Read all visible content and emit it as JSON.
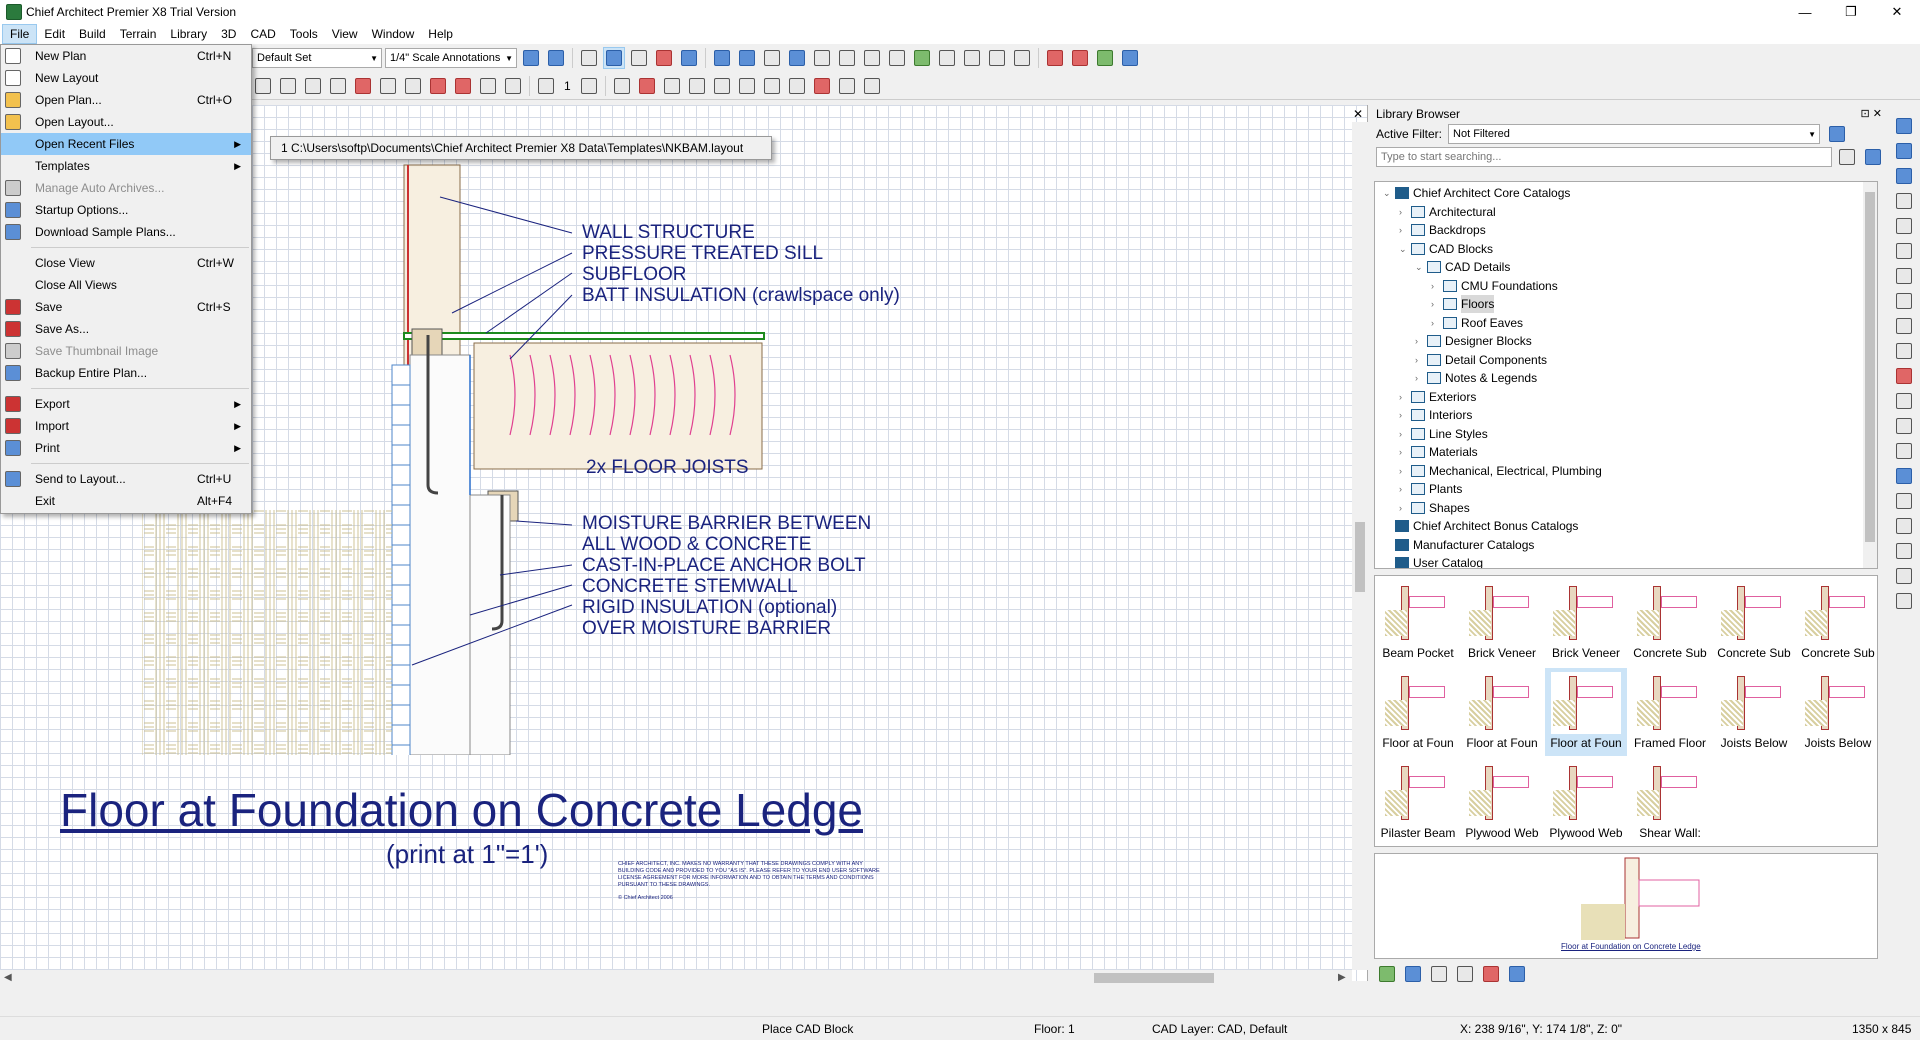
{
  "window": {
    "title": "Chief Architect Premier X8 Trial Version",
    "minimize": "—",
    "maximize": "❐",
    "close": "✕"
  },
  "menubar": [
    "File",
    "Edit",
    "Build",
    "Terrain",
    "Library",
    "3D",
    "CAD",
    "Tools",
    "View",
    "Window",
    "Help"
  ],
  "toolbar": {
    "set_combo": "Default Set",
    "scale_combo": "1/4\" Scale Annotations",
    "step_value": "1"
  },
  "file_menu": [
    {
      "label": "New Plan",
      "shortcut": "Ctrl+N",
      "icon": "new-plan-icon"
    },
    {
      "label": "New Layout",
      "shortcut": "",
      "icon": "new-layout-icon"
    },
    {
      "label": "Open Plan...",
      "shortcut": "Ctrl+O",
      "icon": "open-plan-icon"
    },
    {
      "label": "Open Layout...",
      "shortcut": "",
      "icon": "open-layout-icon"
    },
    {
      "label": "Open Recent Files",
      "shortcut": "",
      "icon": "",
      "submenu": true,
      "highlight": true
    },
    {
      "label": "Templates",
      "shortcut": "",
      "icon": "",
      "submenu": true
    },
    {
      "label": "Manage Auto Archives...",
      "shortcut": "",
      "icon": "archive-icon",
      "disabled": true
    },
    {
      "label": "Startup Options...",
      "shortcut": "",
      "icon": "startup-icon"
    },
    {
      "label": "Download Sample Plans...",
      "shortcut": "",
      "icon": "download-icon"
    },
    {
      "sep": true
    },
    {
      "label": "Close View",
      "shortcut": "Ctrl+W",
      "icon": ""
    },
    {
      "label": "Close All Views",
      "shortcut": "",
      "icon": ""
    },
    {
      "label": "Save",
      "shortcut": "Ctrl+S",
      "icon": "save-icon"
    },
    {
      "label": "Save As...",
      "shortcut": "",
      "icon": "save-as-icon"
    },
    {
      "label": "Save Thumbnail Image",
      "shortcut": "",
      "icon": "thumbnail-icon",
      "disabled": true
    },
    {
      "label": "Backup Entire Plan...",
      "shortcut": "",
      "icon": "backup-icon"
    },
    {
      "sep": true
    },
    {
      "label": "Export",
      "shortcut": "",
      "icon": "export-icon",
      "submenu": true
    },
    {
      "label": "Import",
      "shortcut": "",
      "icon": "import-icon",
      "submenu": true
    },
    {
      "label": "Print",
      "shortcut": "",
      "icon": "print-icon",
      "submenu": true
    },
    {
      "sep": true
    },
    {
      "label": "Send to Layout...",
      "shortcut": "Ctrl+U",
      "icon": "send-layout-icon"
    },
    {
      "label": "Exit",
      "shortcut": "Alt+F4",
      "icon": ""
    }
  ],
  "recent_files": [
    "1 C:\\Users\\softp\\Documents\\Chief Architect Premier X8 Data\\Templates\\NKBAM.layout"
  ],
  "drawing": {
    "labels": [
      "WALL STRUCTURE",
      "PRESSURE TREATED SILL",
      "SUBFLOOR",
      "BATT INSULATION (crawlspace only)",
      "2x FLOOR JOISTS",
      "MOISTURE BARRIER BETWEEN",
      "ALL WOOD & CONCRETE",
      "CAST-IN-PLACE ANCHOR BOLT",
      "CONCRETE STEMWALL",
      "RIGID INSULATION (optional)",
      "OVER MOISTURE BARRIER"
    ],
    "title": "Floor at Foundation on Concrete Ledge",
    "subtitle": "(print at 1\"=1')",
    "disclaimer": "CHIEF ARCHITECT, INC. MAKES NO WARRANTY THAT THESE DRAWINGS COMPLY WITH ANY BUILDING CODE AND PROVIDED TO YOU \"AS IS\". PLEASE REFER TO YOUR END USER SOFTWARE LICENSE AGREEMENT FOR MORE INFORMATION AND TO OBTAIN THE TERMS AND CONDITIONS PURSUANT TO THESE DRAWINGS.",
    "copyright": "© Chief Architect 2006",
    "close": "✕"
  },
  "library": {
    "title": "Library Browser",
    "filter_label": "Active Filter:",
    "filter_value": "Not Filtered",
    "search_placeholder": "Type to start searching...",
    "tree": [
      {
        "label": "Chief Architect Core Catalogs",
        "level": 0,
        "exp": "⌄",
        "dark": true
      },
      {
        "label": "Architectural",
        "level": 1,
        "exp": "›"
      },
      {
        "label": "Backdrops",
        "level": 1,
        "exp": "›"
      },
      {
        "label": "CAD Blocks",
        "level": 1,
        "exp": "⌄"
      },
      {
        "label": "CAD Details",
        "level": 2,
        "exp": "⌄"
      },
      {
        "label": "CMU Foundations",
        "level": 3,
        "exp": "›"
      },
      {
        "label": "Floors",
        "level": 3,
        "exp": "›",
        "selected": true
      },
      {
        "label": "Roof Eaves",
        "level": 3,
        "exp": "›"
      },
      {
        "label": "Designer Blocks",
        "level": 2,
        "exp": "›"
      },
      {
        "label": "Detail Components",
        "level": 2,
        "exp": "›"
      },
      {
        "label": "Notes & Legends",
        "level": 2,
        "exp": "›"
      },
      {
        "label": "Exteriors",
        "level": 1,
        "exp": "›"
      },
      {
        "label": "Interiors",
        "level": 1,
        "exp": "›"
      },
      {
        "label": "Line Styles",
        "level": 1,
        "exp": "›"
      },
      {
        "label": "Materials",
        "level": 1,
        "exp": "›"
      },
      {
        "label": "Mechanical, Electrical, Plumbing",
        "level": 1,
        "exp": "›"
      },
      {
        "label": "Plants",
        "level": 1,
        "exp": "›"
      },
      {
        "label": "Shapes",
        "level": 1,
        "exp": "›"
      },
      {
        "label": "Chief Architect Bonus Catalogs",
        "level": 0,
        "exp": "",
        "dark": true
      },
      {
        "label": "Manufacturer Catalogs",
        "level": 0,
        "exp": "",
        "dark": true
      },
      {
        "label": "User Catalog",
        "level": 0,
        "exp": "",
        "dark": true
      }
    ],
    "thumbnails": [
      {
        "caption": "Beam Pocket"
      },
      {
        "caption": "Brick Veneer"
      },
      {
        "caption": "Brick Veneer"
      },
      {
        "caption": "Concrete Sub"
      },
      {
        "caption": "Concrete Sub"
      },
      {
        "caption": "Concrete Sub"
      },
      {
        "caption": "Floor at Foun"
      },
      {
        "caption": "Floor at Foun"
      },
      {
        "caption": "Floor at Foun",
        "selected": true
      },
      {
        "caption": "Framed Floor"
      },
      {
        "caption": "Joists Below"
      },
      {
        "caption": "Joists Below"
      },
      {
        "caption": "Pilaster Beam"
      },
      {
        "caption": "Plywood Web"
      },
      {
        "caption": "Plywood Web"
      },
      {
        "caption": "Shear Wall:"
      }
    ],
    "preview_caption": "Floor at Foundation on Concrete Ledge",
    "pin": "⊡ ✕"
  },
  "status": {
    "mode": "Place CAD Block",
    "floor": "Floor: 1",
    "layer": "CAD Layer: CAD,  Default",
    "coords": "X: 238 9/16\", Y: 174 1/8\", Z: 0\"",
    "size": "1350 x 845"
  }
}
